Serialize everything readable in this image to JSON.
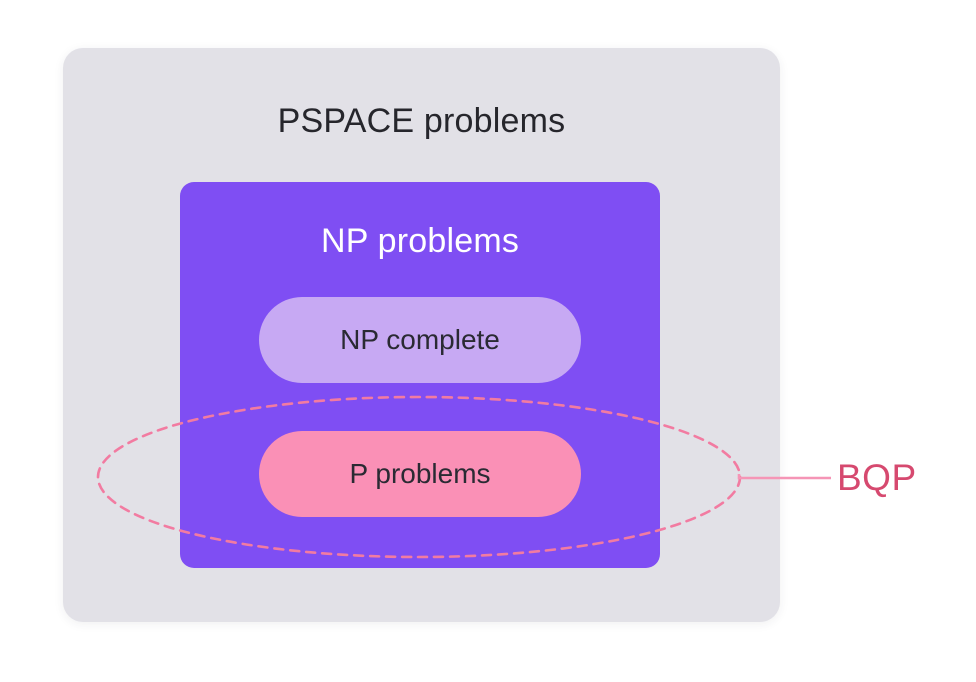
{
  "diagram": {
    "outer_set": {
      "label": "PSPACE problems"
    },
    "np_set": {
      "label": "NP problems"
    },
    "np_complete_pill": {
      "label": "NP complete"
    },
    "p_pill": {
      "label": "P problems"
    },
    "bqp": {
      "label": "BQP"
    }
  },
  "colors": {
    "page_bg": "#ffffff",
    "pspace_bg": "#e2e1e7",
    "pspace_text": "#26262c",
    "np_bg": "#7f4ef3",
    "np_text": "#ffffff",
    "np_complete_bg": "#c7a9f3",
    "np_complete_text": "#2a2a33",
    "p_bg": "#fa90b6",
    "p_text": "#2a2a33",
    "bqp_ellipse_stroke": "#f27ba1",
    "bqp_connector": "#f595b6",
    "bqp_text": "#d6496f"
  }
}
